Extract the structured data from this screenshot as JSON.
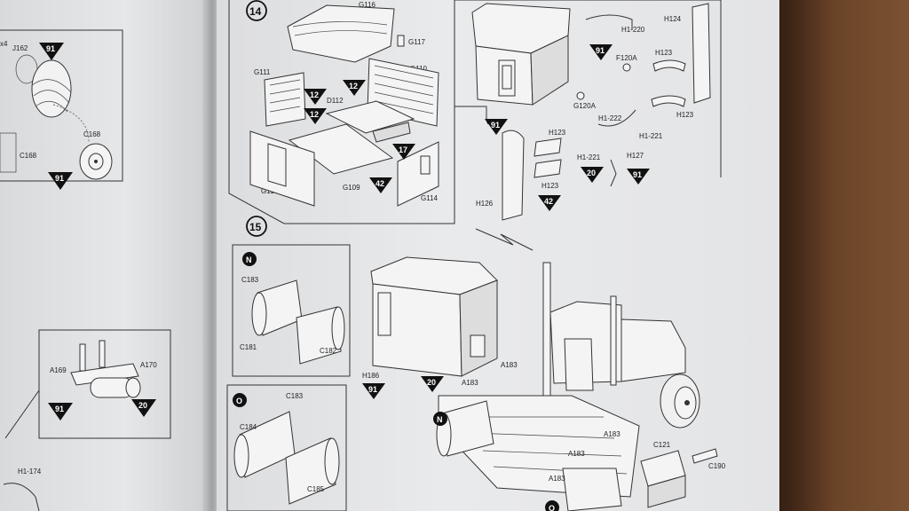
{
  "left_panel": {
    "tire_labels": {
      "qty": "x4",
      "ring": "J162",
      "paint_top": "91",
      "hub": "C168",
      "paint_bottom": "91",
      "side_part": "C168"
    },
    "tank_labels": {
      "left": "A169",
      "right": "A170",
      "paint_left": "91",
      "paint_right": "20"
    },
    "bottom_label": "H1-174"
  },
  "step14": {
    "number": "14",
    "labels": {
      "roof": "G116",
      "clip": "G117",
      "rear_wall": "G111",
      "side_wall": "G110",
      "bed": "D112",
      "floor": "G109",
      "front": "G115",
      "right_wall": "G114"
    },
    "paint": {
      "a": "12",
      "b": "12",
      "c": "12",
      "d": "17",
      "e": "42"
    }
  },
  "step14_right": {
    "labels": {
      "top_handle": "H1-220",
      "mirror_top": "H124",
      "grab1": "H123",
      "grab2": "H123",
      "light": "F120A",
      "light2": "G120A",
      "handle_low": "H1-222",
      "handle_low2": "H1-221",
      "rail": "H123",
      "rail2": "H123",
      "horn": "H1-221",
      "horn2": "H127",
      "fender": "H126"
    },
    "paint": {
      "a": "91",
      "b": "91",
      "c": "20",
      "d": "91",
      "e": "42"
    }
  },
  "step15": {
    "number": "15",
    "sub_n": {
      "key": "N",
      "clip": "C183",
      "part_a": "C181",
      "part_b": "C182"
    },
    "sub_o": {
      "key": "O",
      "clip": "C183",
      "part_a": "C184",
      "part_b": "C185"
    },
    "labels": {
      "ladder": "H186",
      "step_a": "A183",
      "step_b": "A183",
      "step_c": "A183",
      "step_d": "A183",
      "step_e": "A183",
      "battery": "C121",
      "battery_lid": "C190"
    },
    "paint": {
      "a": "91",
      "b": "20"
    },
    "key_n": "N",
    "key_o": "O"
  }
}
